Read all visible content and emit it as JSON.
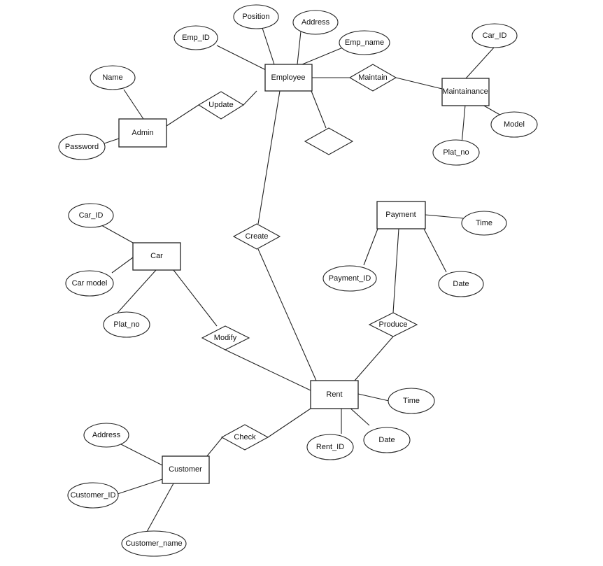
{
  "entities": {
    "employee": "Employee",
    "admin": "Admin",
    "maintainance": "Maintainance",
    "car": "Car",
    "payment": "Payment",
    "rent": "Rent",
    "customer": "Customer"
  },
  "relationships": {
    "update": "Update",
    "maintain": "Maintain",
    "unlabeled": "",
    "create": "Create",
    "modify": "Modify",
    "produce": "Produce",
    "check": "Check"
  },
  "attributes": {
    "position": "Position",
    "address_emp": "Address",
    "emp_id": "Emp_ID",
    "emp_name": "Emp_name",
    "car_id_maint": "Car_ID",
    "admin_name": "Name",
    "admin_password": "Password",
    "model": "Model",
    "plat_no_maint": "Plat_no",
    "car_id": "Car_ID",
    "car_model": "Car model",
    "plat_no_car": "Plat_no",
    "payment_time": "Time",
    "payment_id": "Payment_ID",
    "payment_date": "Date",
    "rent_time": "Time",
    "rent_date": "Date",
    "rent_id": "Rent_ID",
    "customer_address": "Address",
    "customer_id": "Customer_ID",
    "customer_name": "Customer_name"
  }
}
